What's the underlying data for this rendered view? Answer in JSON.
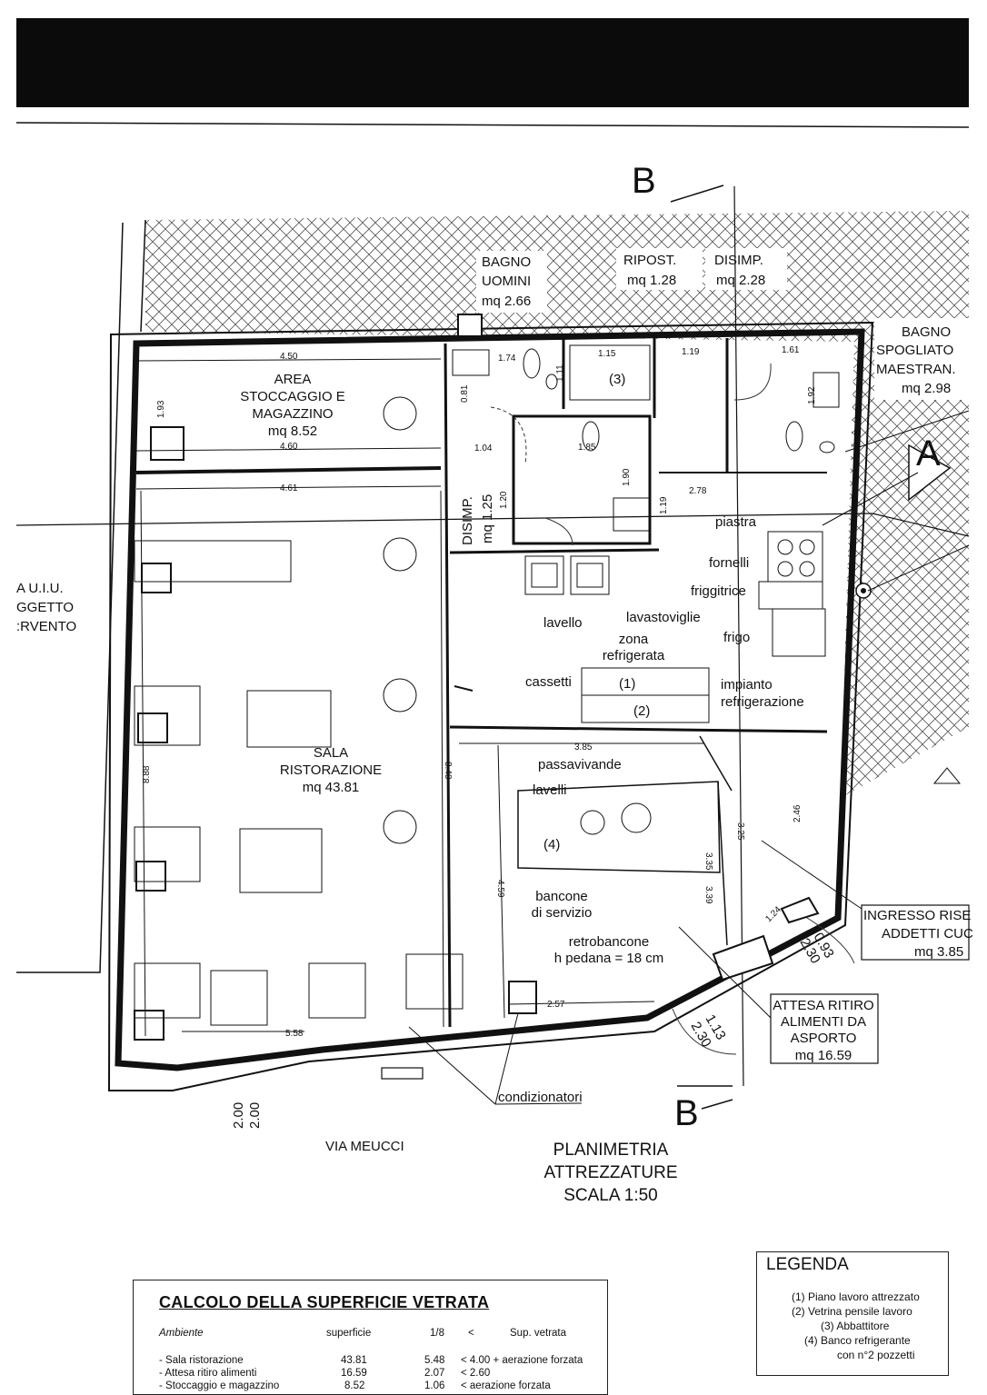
{
  "labels": {
    "section_b_top": "B",
    "section_b_bottom": "B",
    "section_a": "A",
    "bagno_uomini": [
      "BAGNO",
      "UOMINI",
      "mq 2.66"
    ],
    "ripost": [
      "RIPOST.",
      "mq 1.28"
    ],
    "disimp_top": [
      "DISIMP.",
      "mq 2.28"
    ],
    "bagno_spogliatoio": [
      "BAGNO",
      "SPOGLIATO",
      "MAESTRAN.",
      "mq 2.98"
    ],
    "area_stoccaggio": [
      "AREA",
      "STOCCAGGIO E",
      "MAGAZZINO",
      "mq 8.52"
    ],
    "disimp_mid": [
      "DISIMP.",
      "mq 1.25"
    ],
    "sala": [
      "SALA",
      "RISTORAZIONE",
      "mq 43.81"
    ],
    "ingresso": [
      "INGRESSO RISE",
      "ADDETTI CUC",
      "mq 3.85"
    ],
    "attesa": [
      "ATTESA RITIRO",
      "ALIMENTI DA",
      "ASPORTO",
      "mq 16.59"
    ],
    "left_partial": [
      "A U.I.U.",
      "GGETTO",
      ":RVENTO"
    ],
    "piastra": "piastra",
    "fornelli": "fornelli",
    "friggitrice": "friggitrice",
    "frigo": "frigo",
    "lavello": "lavello",
    "lavastoviglie": "lavastoviglie",
    "zona_refrigerata": [
      "zona",
      "refrigerata"
    ],
    "cassetti": "cassetti",
    "impianto": [
      "impianto",
      "refrigerazione"
    ],
    "n1": "(1)",
    "n2": "(2)",
    "n3": "(3)",
    "n4": "(4)",
    "passavivande": "passavivande",
    "lavelli": "lavelli",
    "bancone": [
      "bancone",
      "di servizio"
    ],
    "retrobancone": [
      "retrobancone",
      "h pedana = 18 cm"
    ],
    "condizionatori": "condizionatori",
    "via": "VIA MEUCCI",
    "planimetria": [
      "PLANIMETRIA",
      "ATTREZZATURE",
      "SCALA 1:50"
    ],
    "door_113": [
      "1.13",
      "2.30"
    ],
    "door_093": [
      "0.93",
      "2.30"
    ],
    "street_dim": [
      "2.00",
      "2.00"
    ]
  },
  "dimensions": {
    "d450": "4.50",
    "d193": "1.93",
    "d460": "4.60",
    "d461": "4.61",
    "d174": "1.74",
    "d115": "1.15",
    "d119": "1.19",
    "d161": "1.61",
    "d111": "1.11",
    "d081": "0.81",
    "d104": "1.04",
    "d185": "1.85",
    "d190": "1.90",
    "d120": "1.20",
    "d119b": "1.19",
    "d278": "2.78",
    "d192": "1.92",
    "d385": "3.85",
    "d848": "8.48",
    "d888": "8.88",
    "d459": "4.59",
    "d335": "3.35",
    "d339": "3.39",
    "d325": "3.25",
    "d246": "2.46",
    "d124": "1.24",
    "d257": "2.57",
    "d558": "5.58"
  },
  "calc_table": {
    "title": "CALCOLO DELLA SUPERFICIE VETRATA",
    "headers": [
      "Ambiente",
      "superficie",
      "1/8",
      "<",
      "Sup. vetrata"
    ],
    "rows": [
      {
        "ambiente": "- Sala ristorazione",
        "superficie": "43.81",
        "ottavo": "5.48",
        "vetrata": "< 4.00 + aerazione forzata"
      },
      {
        "ambiente": "- Attesa ritiro alimenti",
        "superficie": "16.59",
        "ottavo": "2.07",
        "vetrata": "< 2.60"
      },
      {
        "ambiente": "- Stoccaggio e magazzino",
        "superficie": "8.52",
        "ottavo": "1.06",
        "vetrata": "< aerazione forzata"
      }
    ]
  },
  "legend": {
    "title": "LEGENDA",
    "items": [
      "(1)  Piano lavoro attrezzato",
      "(2)  Vetrina  pensile lavoro",
      "(3)  Abbattitore",
      "(4)  Banco refrigerante",
      "con n°2 pozzetti"
    ]
  }
}
